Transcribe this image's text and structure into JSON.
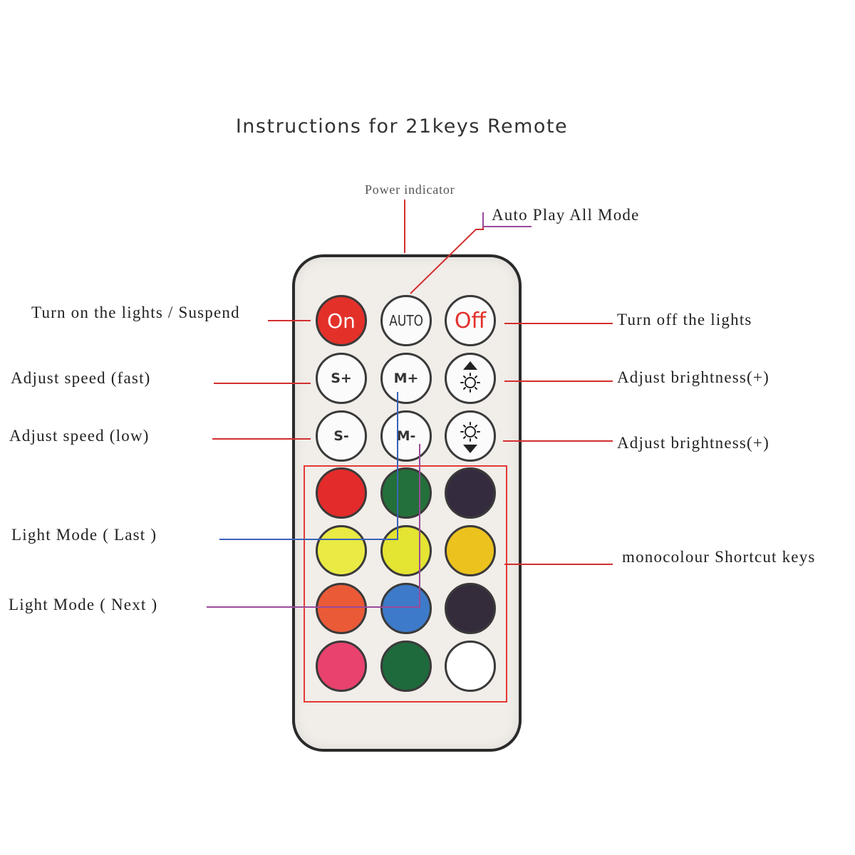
{
  "title": "Instructions for 21keys Remote",
  "labels": {
    "power_indicator": "Power indicator",
    "auto_play": "Auto Play All Mode",
    "turn_on": "Turn on the lights / Suspend",
    "turn_off": "Turn off the lights",
    "speed_fast": "Adjust speed (fast)",
    "brightness_up": "Adjust brightness(+)",
    "speed_low": "Adjust speed (low)",
    "brightness_down": "Adjust brightness(+)",
    "mode_last": "Light Mode ( Last )",
    "shortcut_keys": "monocolour Shortcut keys",
    "mode_next": "Light Mode ( Next )"
  },
  "keys": {
    "on": "On",
    "auto": "AUTO",
    "off": "Off",
    "speed_up": "S+",
    "mode_up": "M+",
    "speed_down": "S-",
    "mode_down": "M-",
    "brightness_up_icon": "sun-up-icon",
    "brightness_down_icon": "sun-down-icon"
  },
  "swatches": [
    "#e32b2b",
    "#24703a",
    "#352b3f",
    "#e9ea43",
    "#e4e432",
    "#ecc21e",
    "#ea5a37",
    "#3d7ac9",
    "#342b3b",
    "#e9426e",
    "#1f6a3d",
    "#ffffff"
  ],
  "colors": {
    "line_red": "#d32f2f",
    "line_blue": "#3a63b8",
    "line_purple": "#9b4a9b",
    "box_red": "#e53935"
  }
}
